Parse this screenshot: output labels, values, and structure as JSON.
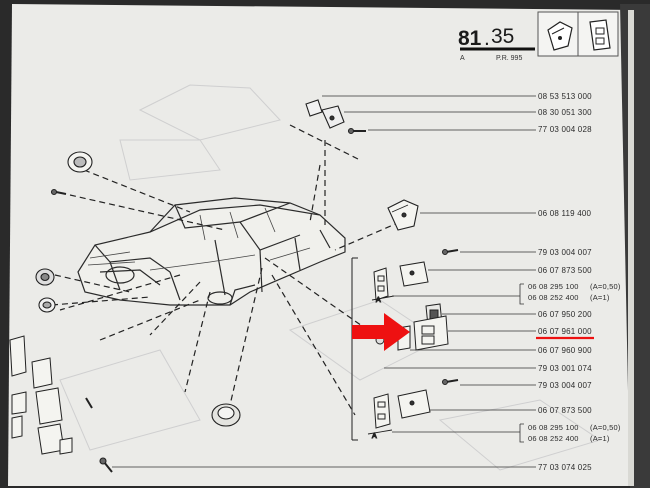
{
  "header": {
    "section_main": "81",
    "section_sub": "35",
    "page_letter": "A",
    "reference": "P.R. 995"
  },
  "accent_color": "#ee1111",
  "parts": [
    {
      "number": "08 53 513 000"
    },
    {
      "number": "08 30 051 300"
    },
    {
      "number": "77 03 004 028"
    },
    {
      "number": "06 08 119 400"
    },
    {
      "number": "79 03 004 007"
    },
    {
      "number": "06 07 873 500"
    },
    {
      "number": "06 08 295 100",
      "note": "(A=0,50)"
    },
    {
      "number": "06 08 252 400",
      "note": "(A=1)"
    },
    {
      "number": "06 07 950 200"
    },
    {
      "number": "06 07 961 000"
    },
    {
      "number": "06 07 960 900"
    },
    {
      "number": "79 03 001 074"
    },
    {
      "number": "79 03 004 007"
    },
    {
      "number": "06 07 873 500"
    },
    {
      "number": "06 08 295 100",
      "note": "(A=0,50)"
    },
    {
      "number": "06 08 252 400",
      "note": "(A=1)"
    },
    {
      "number": "77 03 074 025"
    }
  ],
  "highlighted_part_index": 9,
  "dimension_label": "A"
}
